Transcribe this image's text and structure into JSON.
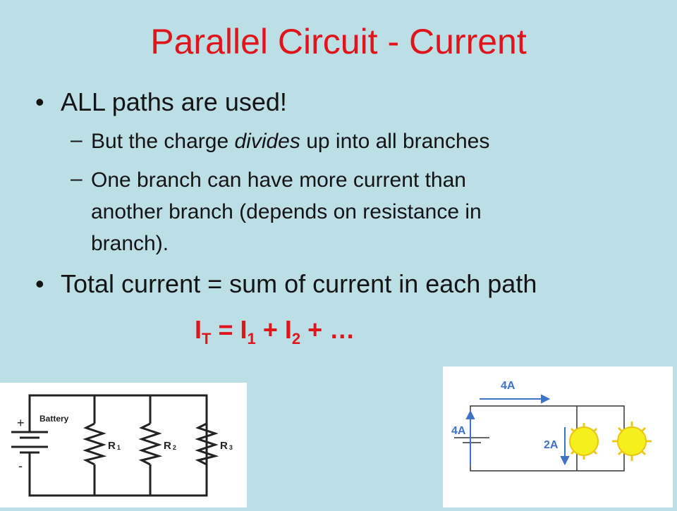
{
  "title": "Parallel Circuit - Current",
  "bullets": [
    {
      "text": "ALL paths are used!"
    },
    {
      "text": "Total current = sum of current in each path"
    }
  ],
  "sub1": {
    "before": "But the charge ",
    "em": "divides",
    "after": " up into all branches"
  },
  "sub2": {
    "lines": [
      "One branch can have more current than",
      "another  branch (depends on resistance in",
      "branch)."
    ]
  },
  "bullet_char": "•",
  "dash_char": "–",
  "formula": {
    "I": "I",
    "T": "T",
    "eq": "=",
    "s1": "1",
    "plus": "+",
    "s2": "2",
    "end": "…"
  },
  "left_diagram": {
    "battery_label": "Battery",
    "plus": "+",
    "minus": "-",
    "resistors": [
      {
        "label": "R",
        "sub": "1"
      },
      {
        "label": "R",
        "sub": "2"
      },
      {
        "label": "R",
        "sub": "3"
      }
    ]
  },
  "right_diagram": {
    "top_current": "4A",
    "left_current": "4A",
    "branch_current": "2A",
    "wire_color": "#333333",
    "arrow_color": "#3f73c8",
    "bulb_color": "#f5ef1e",
    "ray_color": "#f0c819"
  },
  "colors": {
    "accent": "#e0141b",
    "background": "#bcdfe6",
    "text": "#141414"
  }
}
